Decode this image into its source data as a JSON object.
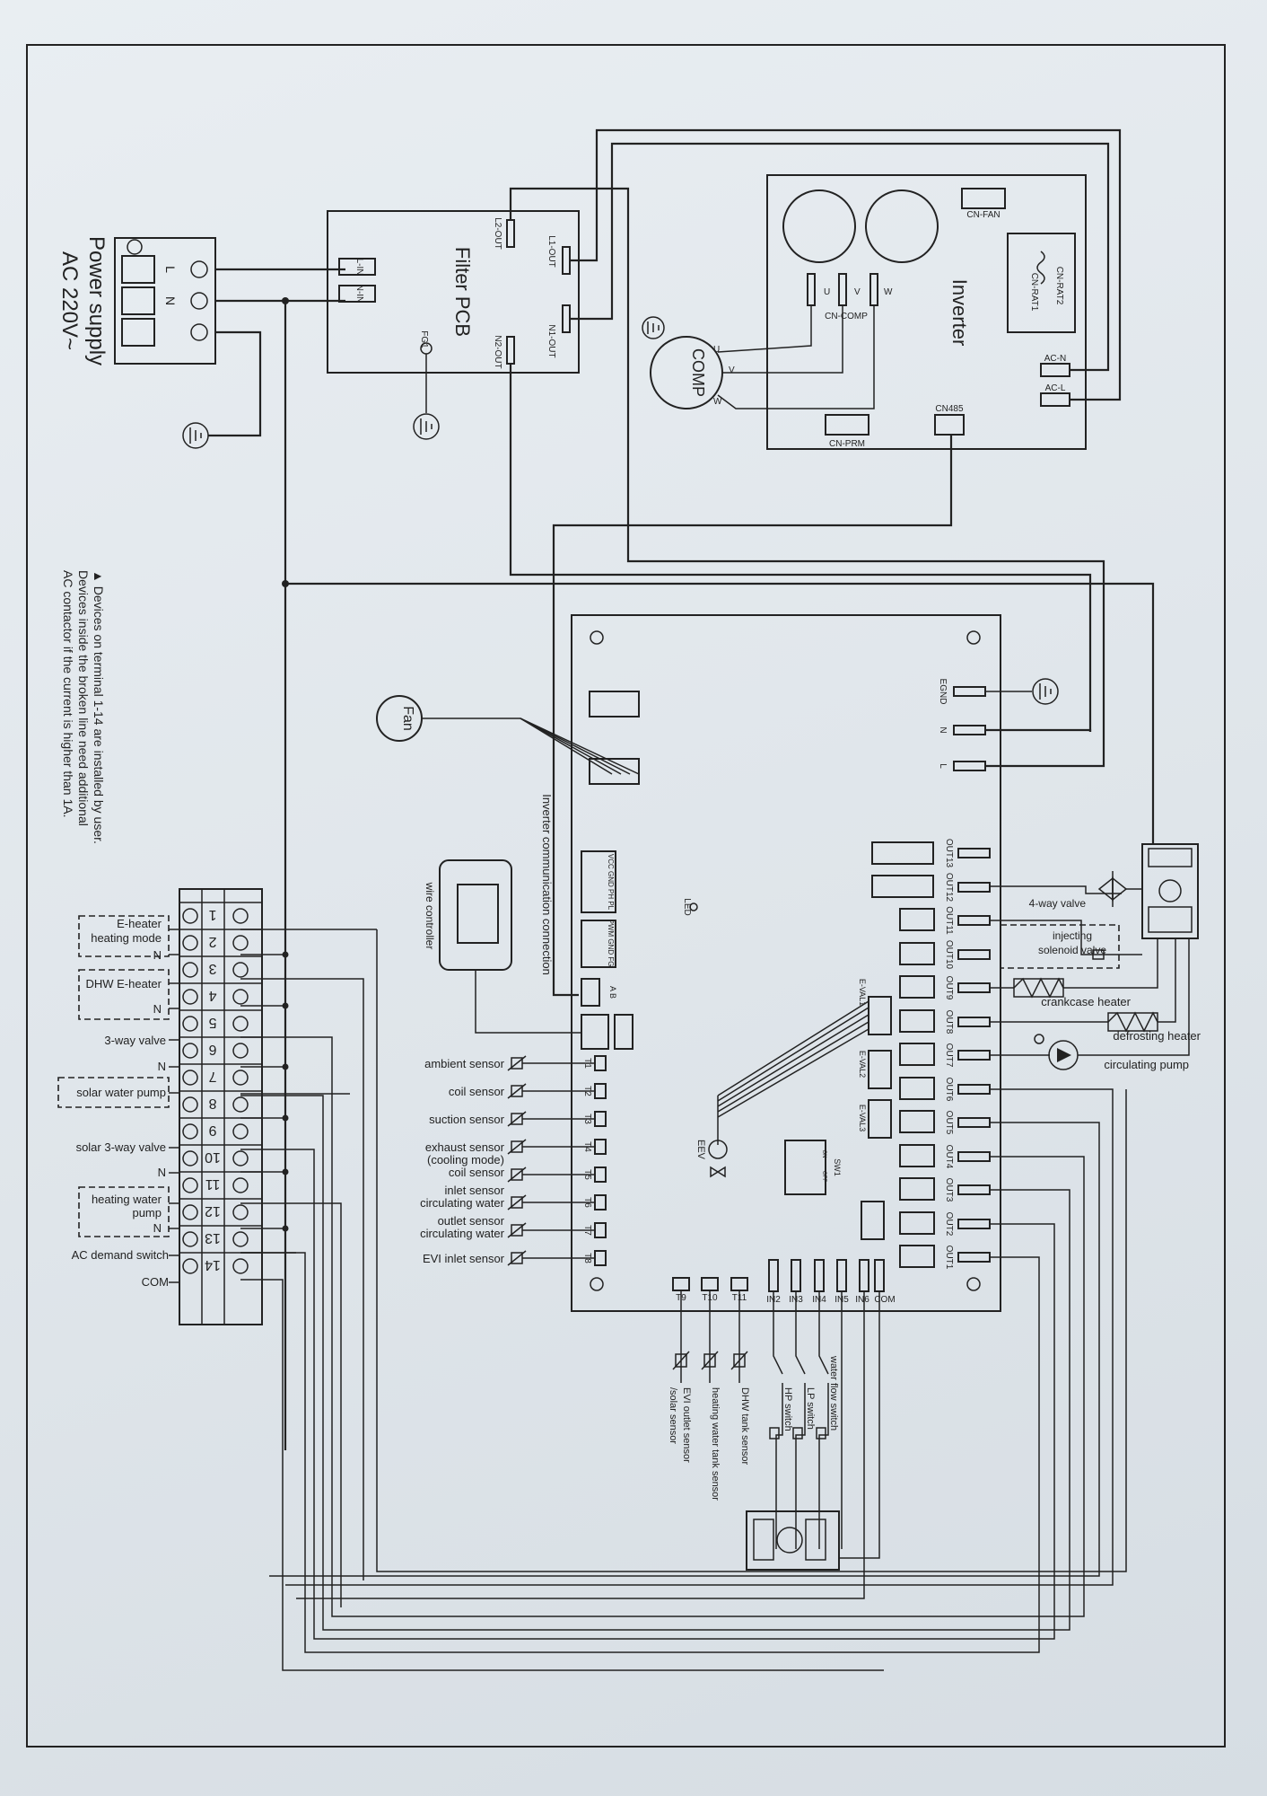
{
  "power_supply": {
    "title": "Power supply",
    "voltage": "AC 220V~",
    "terminals": [
      "L",
      "N"
    ]
  },
  "filter_pcb": {
    "title": "Filter PCB",
    "l_in": "L-IN",
    "n_in": "N-IN",
    "l2_out": "L2-OUT",
    "l1_out": "L1-OUT",
    "n1_out": "N1-OUT",
    "n2_out": "N2-OUT",
    "fg1": "FG1"
  },
  "inverter": {
    "title": "Inverter",
    "cn_fan": "CN-FAN",
    "cn_rat2": "CN-RAT2",
    "cn_rat1": "CN-RAT1",
    "u": "U",
    "v": "V",
    "w": "W",
    "cn_comp": "CN-COMP",
    "ac_n": "AC-N",
    "ac_l": "AC-L",
    "cn485": "CN485",
    "cn_prm": "CN-PRM"
  },
  "compressor": {
    "label": "COMP",
    "u": "U",
    "v": "V",
    "w": "W"
  },
  "fan": {
    "label": "Fan"
  },
  "note": [
    "▲ Devices on terminal 1-14 are installed by user.",
    "Devices inside the broken line need additional",
    "AC contactor if the current is higher than 1A."
  ],
  "inverter_comm": "Inverter communication connection",
  "wire_controller": "wire controller",
  "main_board": {
    "power_terminals": [
      "EGND",
      "N",
      "L"
    ],
    "comm_pins_1": "VCC GND PH PL",
    "comm_pins_2": "PWM GND FG",
    "ab": "A B",
    "led": "LED",
    "outputs": [
      "OUT13",
      "OUT12",
      "OUT11",
      "OUT10",
      "OUT9",
      "OUT8",
      "OUT7",
      "OUT6",
      "OUT5",
      "OUT4",
      "OUT3",
      "OUT2",
      "OUT1"
    ],
    "eval": [
      "E-VAL1",
      "E-VAL2",
      "E-VAL3"
    ],
    "sw1": "SW1",
    "sw1_on": "ON",
    "sw1_off": "OFF",
    "eev": "EEV",
    "sensor_inputs": [
      "T1",
      "T2",
      "T3",
      "T4",
      "T5",
      "T6",
      "T7",
      "T8"
    ],
    "bottom_inputs": [
      "T9",
      "T10",
      "T11",
      "IN2",
      "IN3",
      "IN4",
      "IN5",
      "IN6",
      "COM"
    ]
  },
  "sensors": [
    "ambient sensor",
    "coil sensor",
    "suction sensor",
    "exhaust sensor",
    "coil sensor",
    "(cooling mode)",
    "inlet sensor",
    "circulating water",
    "outlet sensor",
    "circulating water",
    "EVI inlet sensor"
  ],
  "loads": {
    "four_way_valve": "4-way valve",
    "solenoid": [
      "injecting",
      "solenoid valve"
    ],
    "crankcase_heater": "crankcase heater",
    "defrost_heater": "defrosting heater",
    "circulating_pump": "circulating pump"
  },
  "bottom_devices": [
    "EVI outlet sensor",
    "/solar sensor",
    "heating water tank sensor",
    "DHW tank sensor",
    "HP switch",
    "LP switch",
    "water flow switch"
  ],
  "terminal_block": {
    "numbers": [
      "1",
      "2",
      "3",
      "4",
      "5",
      "6",
      "7",
      "8",
      "9",
      "10",
      "11",
      "12",
      "13",
      "14"
    ],
    "labels": [
      "E-heater",
      "heating mode",
      "N",
      "DHW E-heater",
      "N",
      "3-way valve",
      "N",
      "solar water pump",
      "solar 3-way valve",
      "N",
      "heating water",
      "pump",
      "N",
      "AC demand switch",
      "COM"
    ]
  }
}
